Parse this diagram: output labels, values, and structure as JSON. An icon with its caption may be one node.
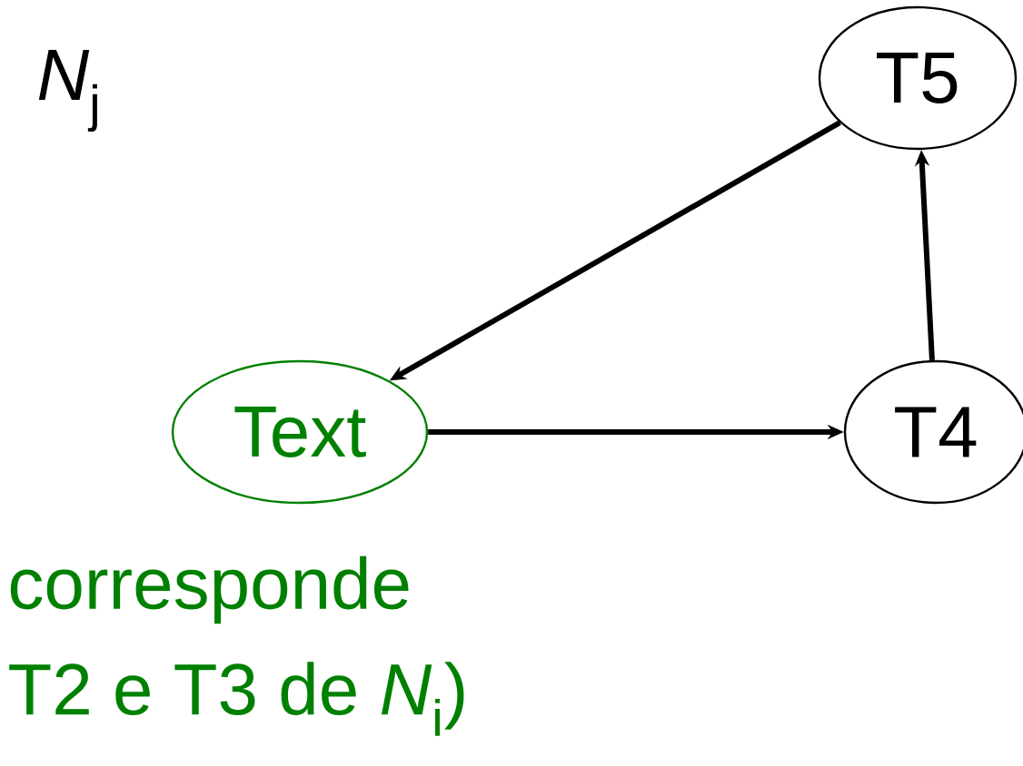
{
  "diagram": {
    "nodes": [
      {
        "text": [
          "T5"
        ]
      },
      {
        "text": [
          "Text"
        ]
      },
      {
        "text": [
          "T4"
        ]
      }
    ],
    "edges": [
      {
        "from": 0,
        "to": 1,
        "arrow": "to"
      },
      {
        "from": 1,
        "to": 2,
        "arrow": "to"
      },
      {
        "from": 2,
        "to": 0,
        "arrow": "to"
      }
    ],
    "labels": [
      "*N*$_{j}$",
      "corresponde",
      "T2 e T3 de *N*$_{i}$)"
    ]
  }
}
